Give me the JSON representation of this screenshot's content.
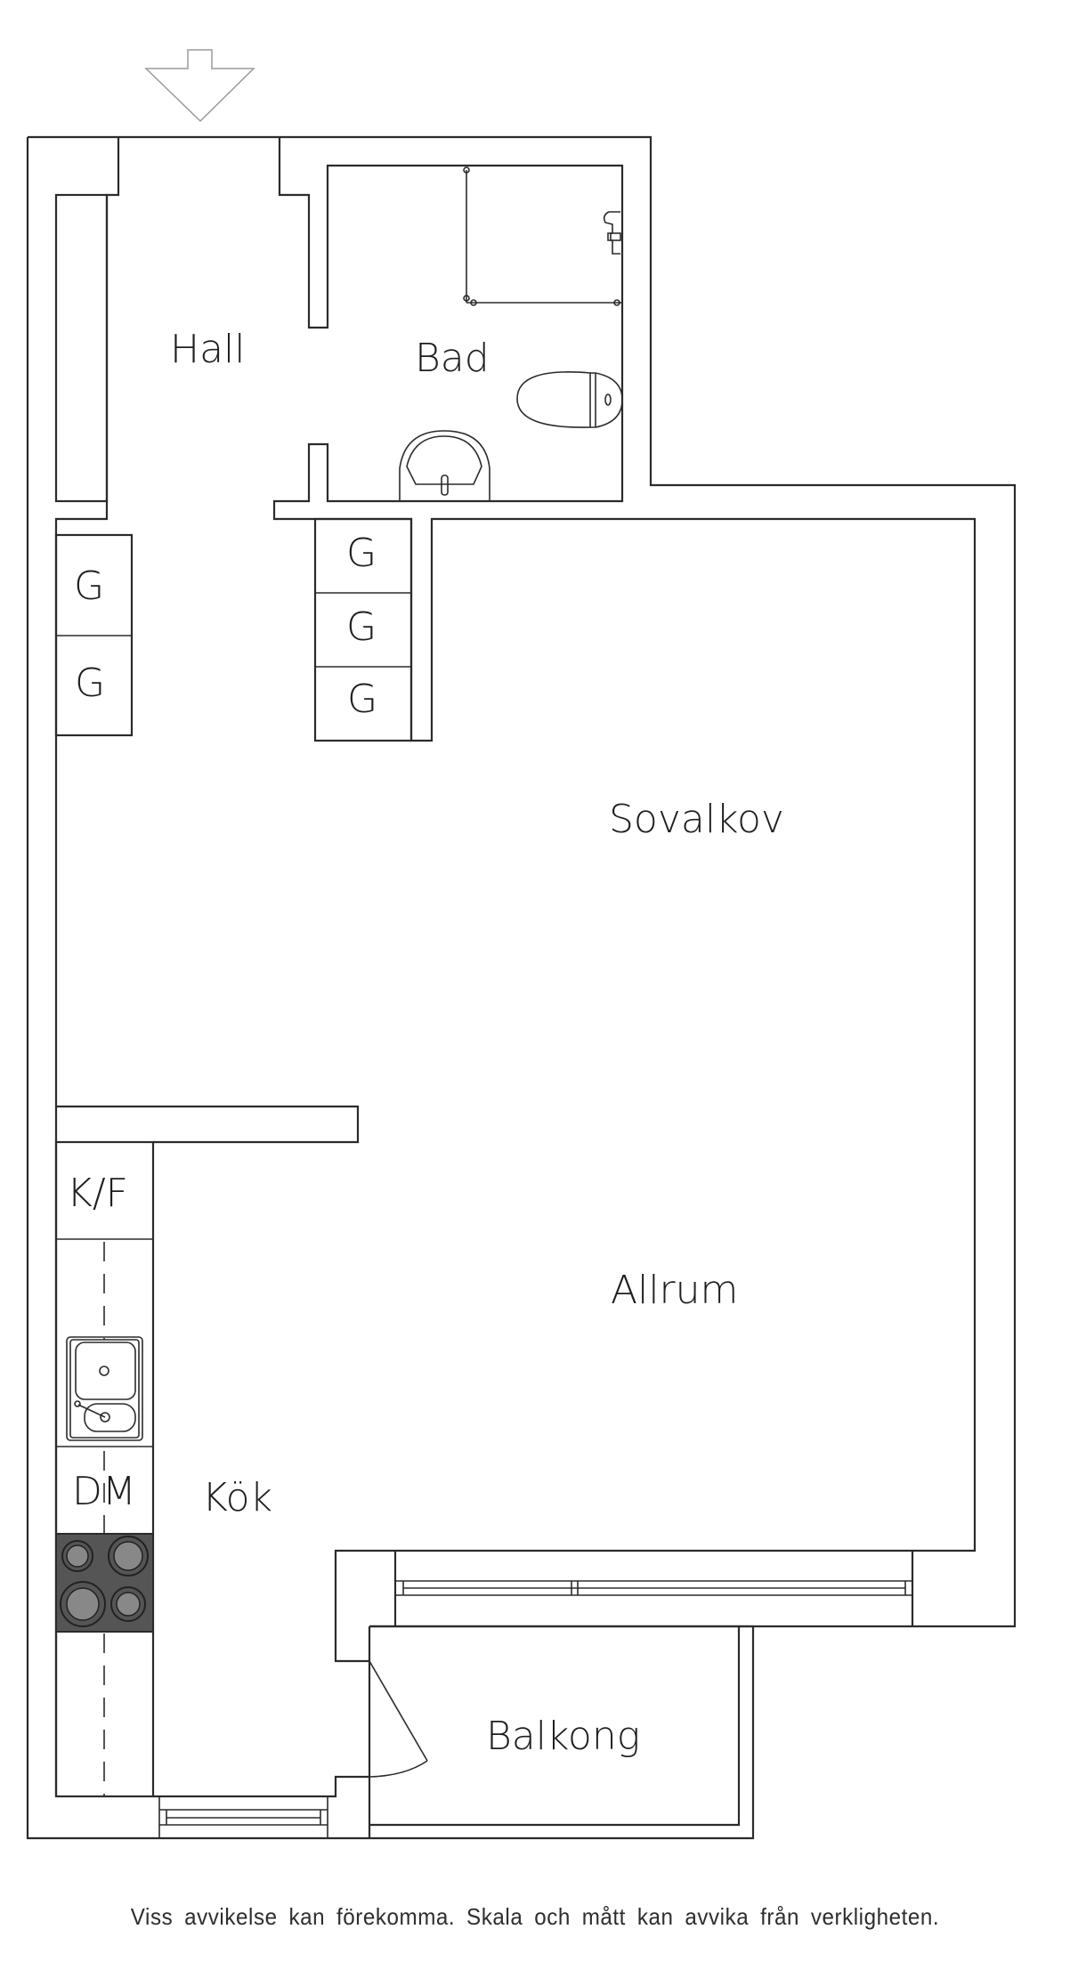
{
  "plan": {
    "entrance_arrow": "entrance-arrow-down",
    "rooms": {
      "hall": "Hall",
      "bad": "Bad",
      "sovalkov": "Sovalkov",
      "allrum": "Allrum",
      "kok": "Kök",
      "balkong": "Balkong"
    },
    "units": {
      "wardrobe_left_1": "G",
      "wardrobe_left_2": "G",
      "wardrobe_right_1": "G",
      "wardrobe_right_2": "G",
      "wardrobe_right_3": "G",
      "fridge_freezer": "K/F",
      "dishwasher": "DM"
    },
    "fixtures": [
      "shower",
      "shower-faucet",
      "toilet",
      "washbasin",
      "kitchen-sink",
      "stove",
      "windows",
      "balcony-door"
    ],
    "colors": {
      "line": "#2b2b2b",
      "stove": "#555555",
      "burner": "#888888",
      "arrow": "#9a9a9a"
    }
  },
  "footer": {
    "disclaimer": "Viss avvikelse kan förekomma. Skala och mått kan avvika från verkligheten."
  }
}
